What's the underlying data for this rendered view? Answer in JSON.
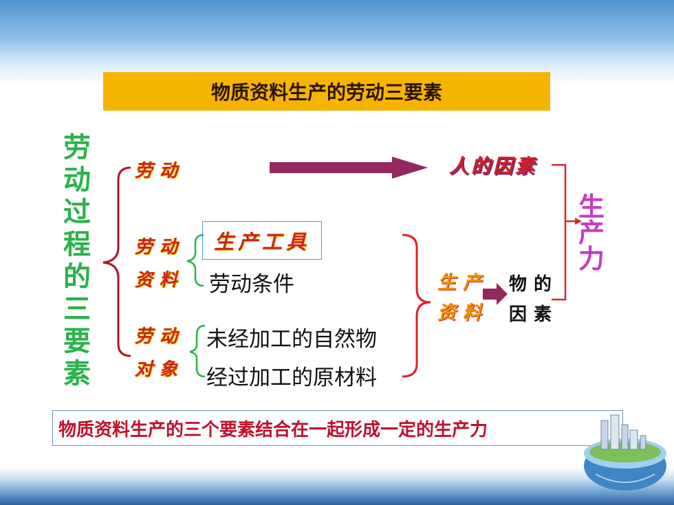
{
  "title": "物质资料生产的劳动三要素",
  "vertical_title": [
    "劳",
    "动",
    "过",
    "程",
    "的",
    "三",
    "要",
    "素"
  ],
  "labor": "劳动",
  "means_of_labor": [
    "劳动",
    "资料"
  ],
  "object_of_labor": [
    "劳动",
    "对象"
  ],
  "production_tools": "生产工具",
  "labor_conditions": "劳动条件",
  "object_items": [
    "未经加工的自然物",
    "经过加工的原材料"
  ],
  "human_factor": "人的因素",
  "means_of_production": [
    "生产",
    "资料"
  ],
  "material_factor": [
    "物的",
    "因素"
  ],
  "productivity": [
    "生",
    "产",
    "力"
  ],
  "summary": "物质资料生产的三个要素结合在一起形成一定的生产力",
  "colors": {
    "title_bg": "#f6b400",
    "green": "#2bb24a",
    "red": "#d01f26",
    "purple_arrow": "#93285f",
    "magenta": "#c43cc4"
  }
}
